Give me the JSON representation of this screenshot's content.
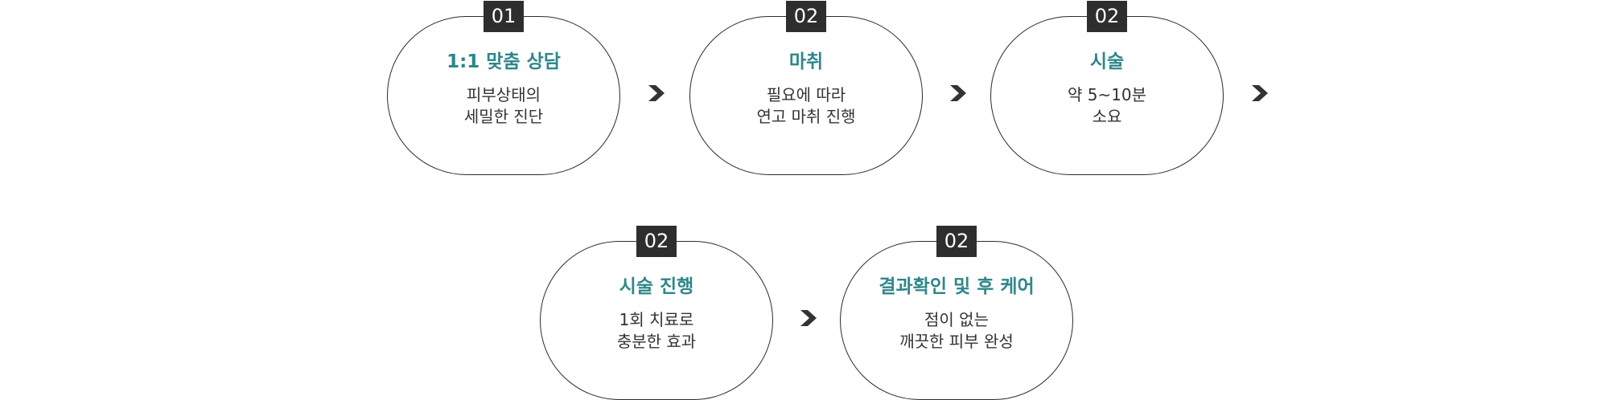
{
  "steps": [
    {
      "number": "01",
      "title": "1:1 맞춤 상담",
      "lines": [
        "피부상태의",
        "세밀한 진단"
      ]
    },
    {
      "number": "02",
      "title": "마취",
      "lines": [
        "필요에 따라",
        "연고 마취 진행"
      ]
    },
    {
      "number": "02",
      "title": "시술",
      "lines": [
        "약 5~10분",
        "소요"
      ]
    },
    {
      "number": "02",
      "title": "시술 진행",
      "lines": [
        "1회 치료로",
        "충분한 효과"
      ]
    },
    {
      "number": "02",
      "title": "결과확인 및 후 케어",
      "lines": [
        "점이 없는",
        "깨끗한 피부 완성"
      ]
    }
  ],
  "colors": {
    "title": "#2e878a",
    "badge_bg": "#2e2e2e",
    "border": "#2b2b2b",
    "text": "#333333",
    "arrow": "#333333"
  },
  "icons": {
    "arrow": "chevron-right-icon"
  }
}
